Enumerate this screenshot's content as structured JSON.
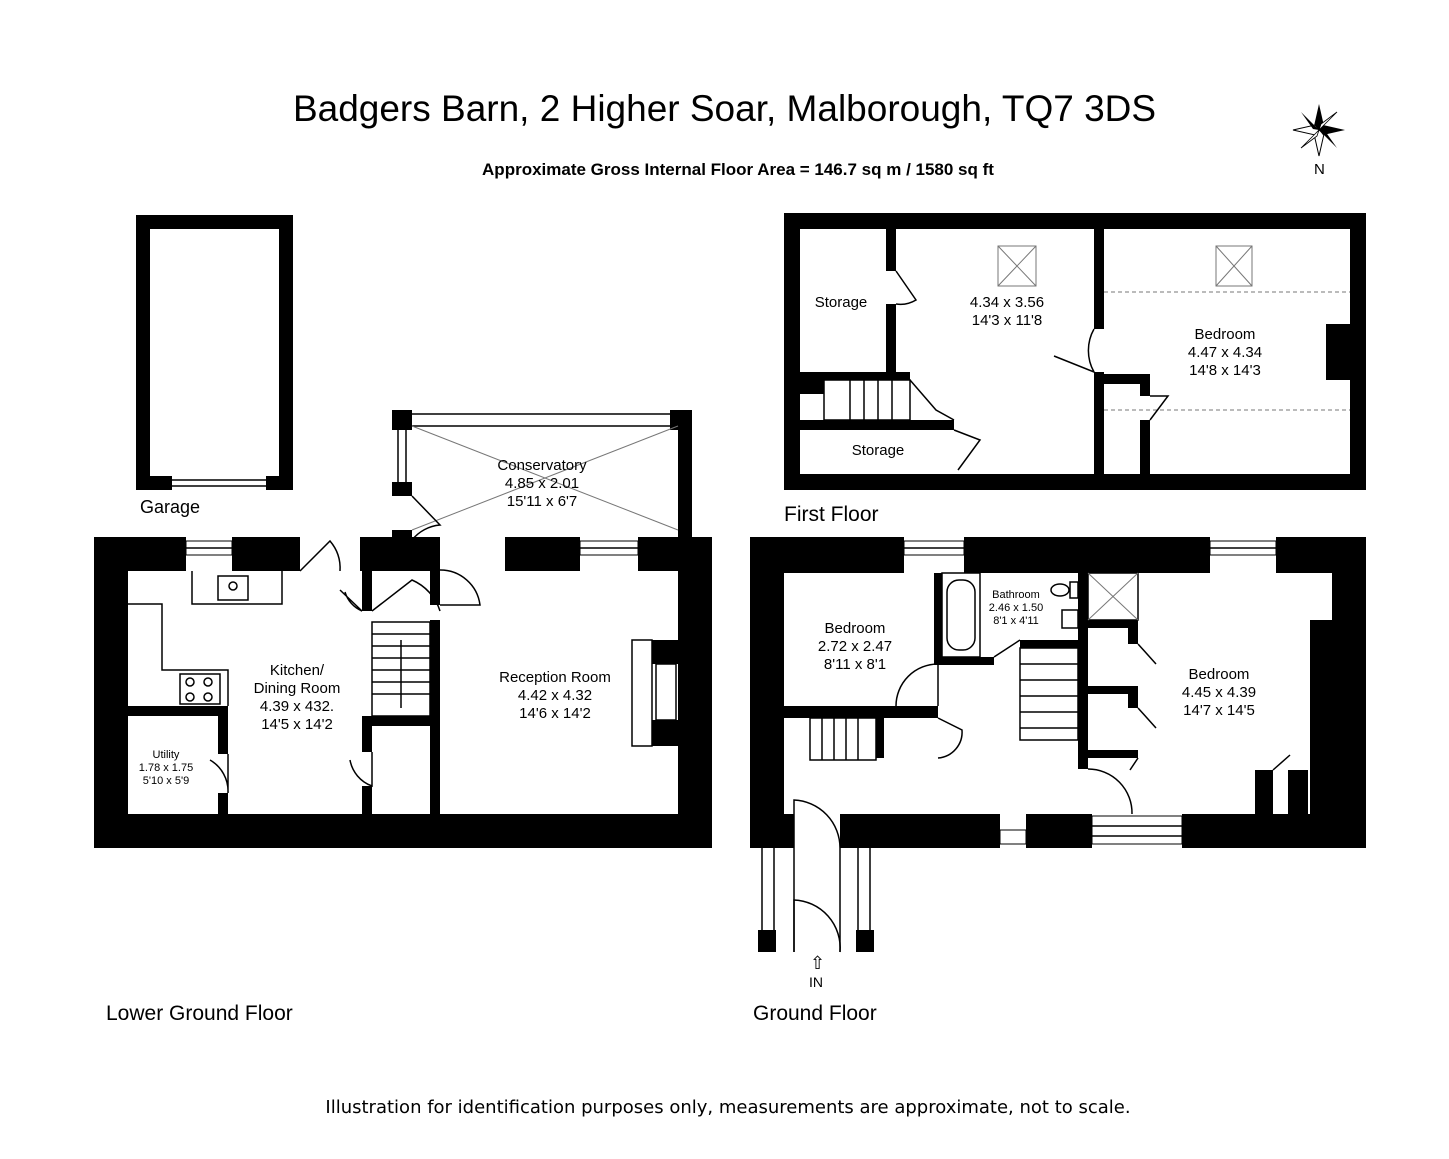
{
  "title": "Badgers Barn, 2 Higher Soar, Malborough, TQ7 3DS",
  "subtitle": "Approximate Gross Internal Floor Area  = 146.7 sq m  / 1580 sq ft",
  "compass_label": "N",
  "disclaimer": "Illustration for identification purposes only, measurements are approximate, not to scale.",
  "entrance_label": "IN",
  "floors": {
    "garage": "Garage",
    "lower_ground": "Lower Ground Floor",
    "ground": "Ground Floor",
    "first": "First Floor"
  },
  "rooms": {
    "conservatory": {
      "name": "Conservatory",
      "metric": "4.85 x 2.01",
      "imperial": "15'11 x 6'7"
    },
    "kitchen": {
      "name": "Kitchen/",
      "name2": "Dining Room",
      "metric": "4.39 x 432.",
      "imperial": "14'5 x 14'2"
    },
    "reception": {
      "name": "Reception Room",
      "metric": "4.42 x 4.32",
      "imperial": "14'6 x 14'2"
    },
    "utility": {
      "name": "Utility",
      "metric": "1.78 x 1.75",
      "imperial": "5'10 x 5'9"
    },
    "gf_bedroom_left": {
      "name": "Bedroom",
      "metric": "2.72 x 2.47",
      "imperial": "8'11 x 8'1"
    },
    "bathroom": {
      "name": "Bathroom",
      "metric": "2.46 x 1.50",
      "imperial": "8'1 x 4'11"
    },
    "gf_bedroom_right": {
      "name": "Bedroom",
      "metric": "4.45 x 4.39",
      "imperial": "14'7 x 14'5"
    },
    "ff_storage_top": {
      "name": "Storage"
    },
    "ff_storage_bottom": {
      "name": "Storage"
    },
    "ff_room": {
      "metric": "4.34 x 3.56",
      "imperial": "14'3 x 11'8"
    },
    "ff_bedroom": {
      "name": "Bedroom",
      "metric": "4.47 x 4.34",
      "imperial": "14'8 x 14'3"
    }
  }
}
